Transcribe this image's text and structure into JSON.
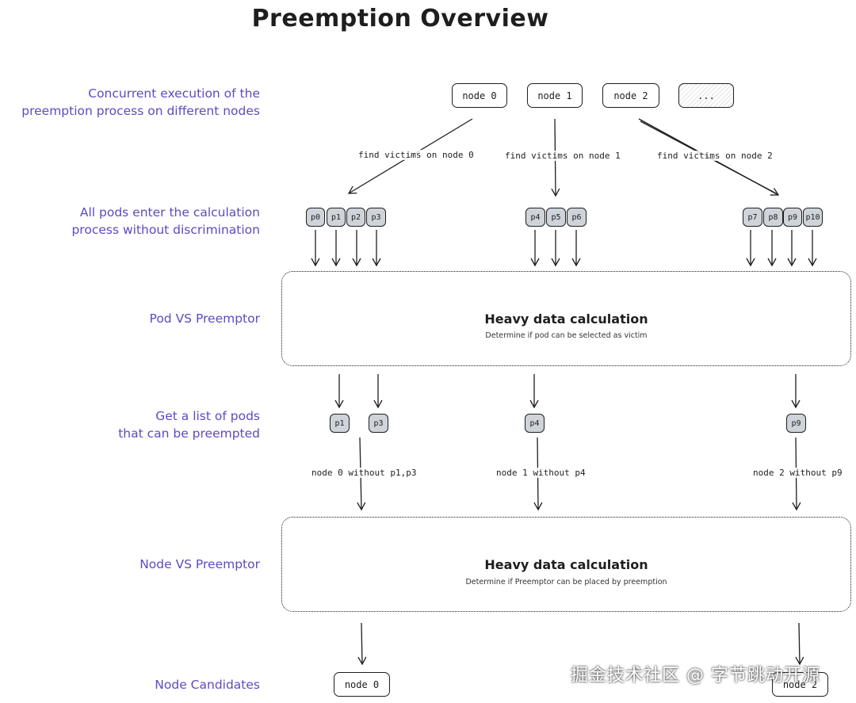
{
  "title": "Preemption Overview",
  "stage_labels": {
    "concurrent": [
      "Concurrent execution of the",
      "preemption process on different nodes"
    ],
    "all_pods": [
      "All pods enter the calculation",
      "process without discrimination"
    ],
    "pod_vs": "Pod VS Preemptor",
    "get_list": [
      "Get a list of pods",
      "that can be preempted"
    ],
    "node_vs": "Node VS Preemptor",
    "candidates": "Node Candidates"
  },
  "nodes": [
    "node 0",
    "node 1",
    "node 2",
    "..."
  ],
  "edge_labels": {
    "find_0": "find victims on node 0",
    "find_1": "find victims on node 1",
    "find_2": "find victims on node 2",
    "without_0": "node 0 without p1,p3",
    "without_1": "node 1 without p4",
    "without_2": "node 2 without p9"
  },
  "pod_groups": {
    "node0": [
      "p0",
      "p1",
      "p2",
      "p3"
    ],
    "node1": [
      "p4",
      "p5",
      "p6"
    ],
    "node2": [
      "p7",
      "p8",
      "p9",
      "p10"
    ]
  },
  "preemptible": [
    "p1",
    "p3",
    "p4",
    "p9"
  ],
  "calc1": {
    "title": "Heavy data calculation",
    "subtitle": "Determine if pod can be selected as victim"
  },
  "calc2": {
    "title": "Heavy data calculation",
    "subtitle": "Determine if Preemptor can be placed by preemption"
  },
  "candidates": [
    "node 0",
    "node 2"
  ],
  "watermark": "掘金技术社区 @ 字节跳动开源"
}
